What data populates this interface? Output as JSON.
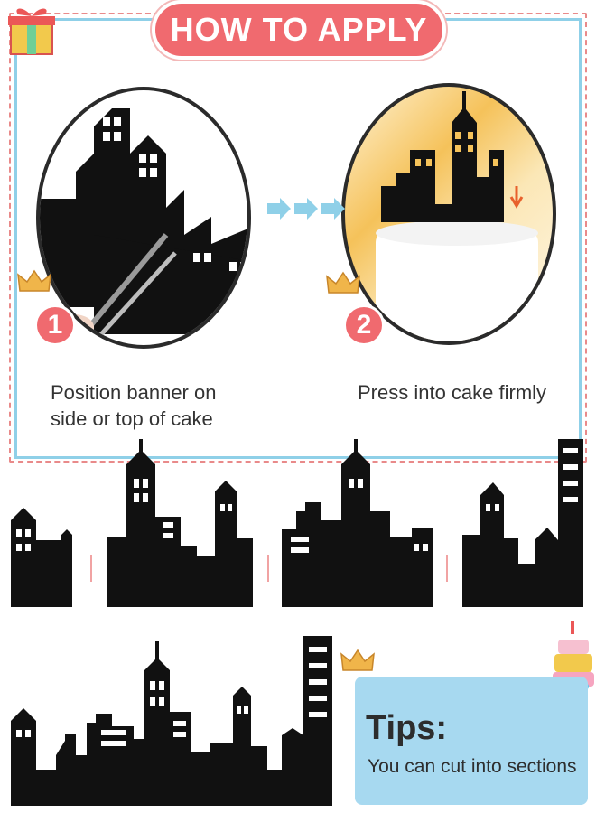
{
  "header": {
    "title": "HOW TO APPLY"
  },
  "steps": [
    {
      "number": "1",
      "caption_line1": "Position banner on",
      "caption_line2": "side or top of cake"
    },
    {
      "number": "2",
      "caption_line1": "Press into cake firmly"
    }
  ],
  "tips": {
    "title": "Tips:",
    "text": "You can cut into sections"
  },
  "colors": {
    "accent": "#f06a6f",
    "frame": "#8fd0e8",
    "tips_bg": "#a7d9f0",
    "skyline": "#111111"
  },
  "icons": [
    "gift-icon",
    "crown-icon",
    "arrow-right-icon",
    "cake-icon",
    "scissors-icon"
  ]
}
